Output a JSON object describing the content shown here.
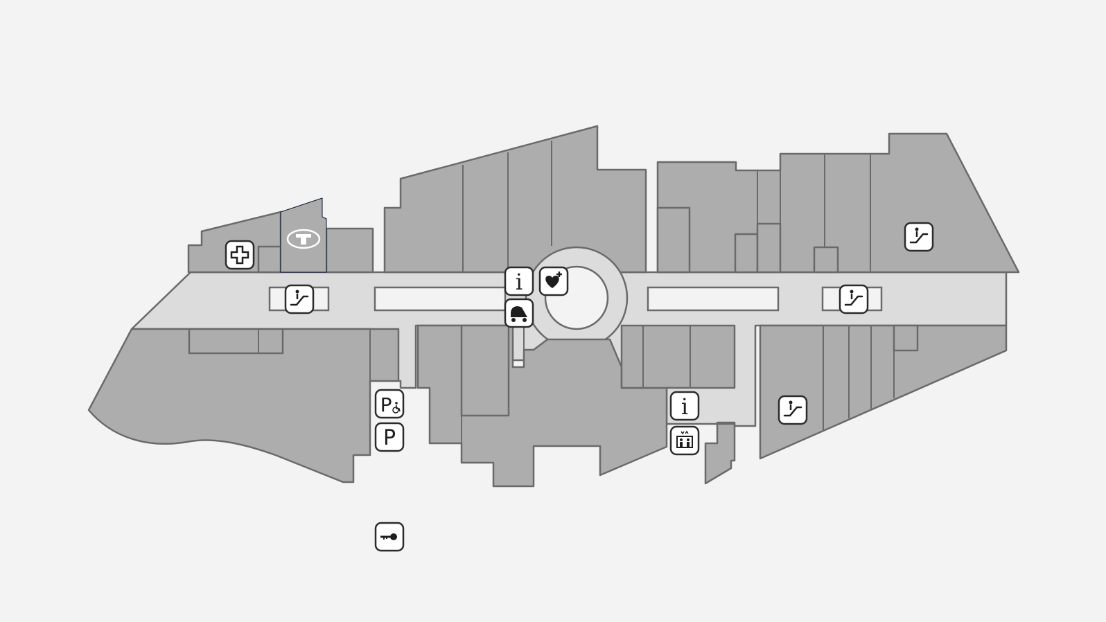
{
  "colors": {
    "background": "#f3f3f3",
    "shop": "#adadad",
    "walkway": "#dcdcdc",
    "outline": "#6a6a6a",
    "highlight": "#05122e",
    "poi_fill": "#ffffff",
    "poi_stroke": "#2b2b2b"
  },
  "highlighted_store": {
    "icon": "t-shirt-logo-icon"
  },
  "pois": [
    {
      "id": "first-aid",
      "icon": "first-aid-cross-icon"
    },
    {
      "id": "escalator-west",
      "icon": "escalator-icon"
    },
    {
      "id": "info-center",
      "icon": "information-icon",
      "glyph": "i"
    },
    {
      "id": "defibrillator",
      "icon": "defibrillator-heart-icon"
    },
    {
      "id": "stroller",
      "icon": "stroller-icon"
    },
    {
      "id": "escalator-east",
      "icon": "escalator-icon"
    },
    {
      "id": "escalator-northeast",
      "icon": "escalator-icon"
    },
    {
      "id": "escalator-southeast",
      "icon": "escalator-icon"
    },
    {
      "id": "info-south",
      "icon": "information-icon",
      "glyph": "i"
    },
    {
      "id": "elevator",
      "icon": "elevator-icon"
    },
    {
      "id": "disabled-parking",
      "icon": "accessible-parking-icon",
      "glyph": "P"
    },
    {
      "id": "parking",
      "icon": "parking-icon",
      "glyph": "P"
    },
    {
      "id": "key-service",
      "icon": "key-icon"
    }
  ]
}
